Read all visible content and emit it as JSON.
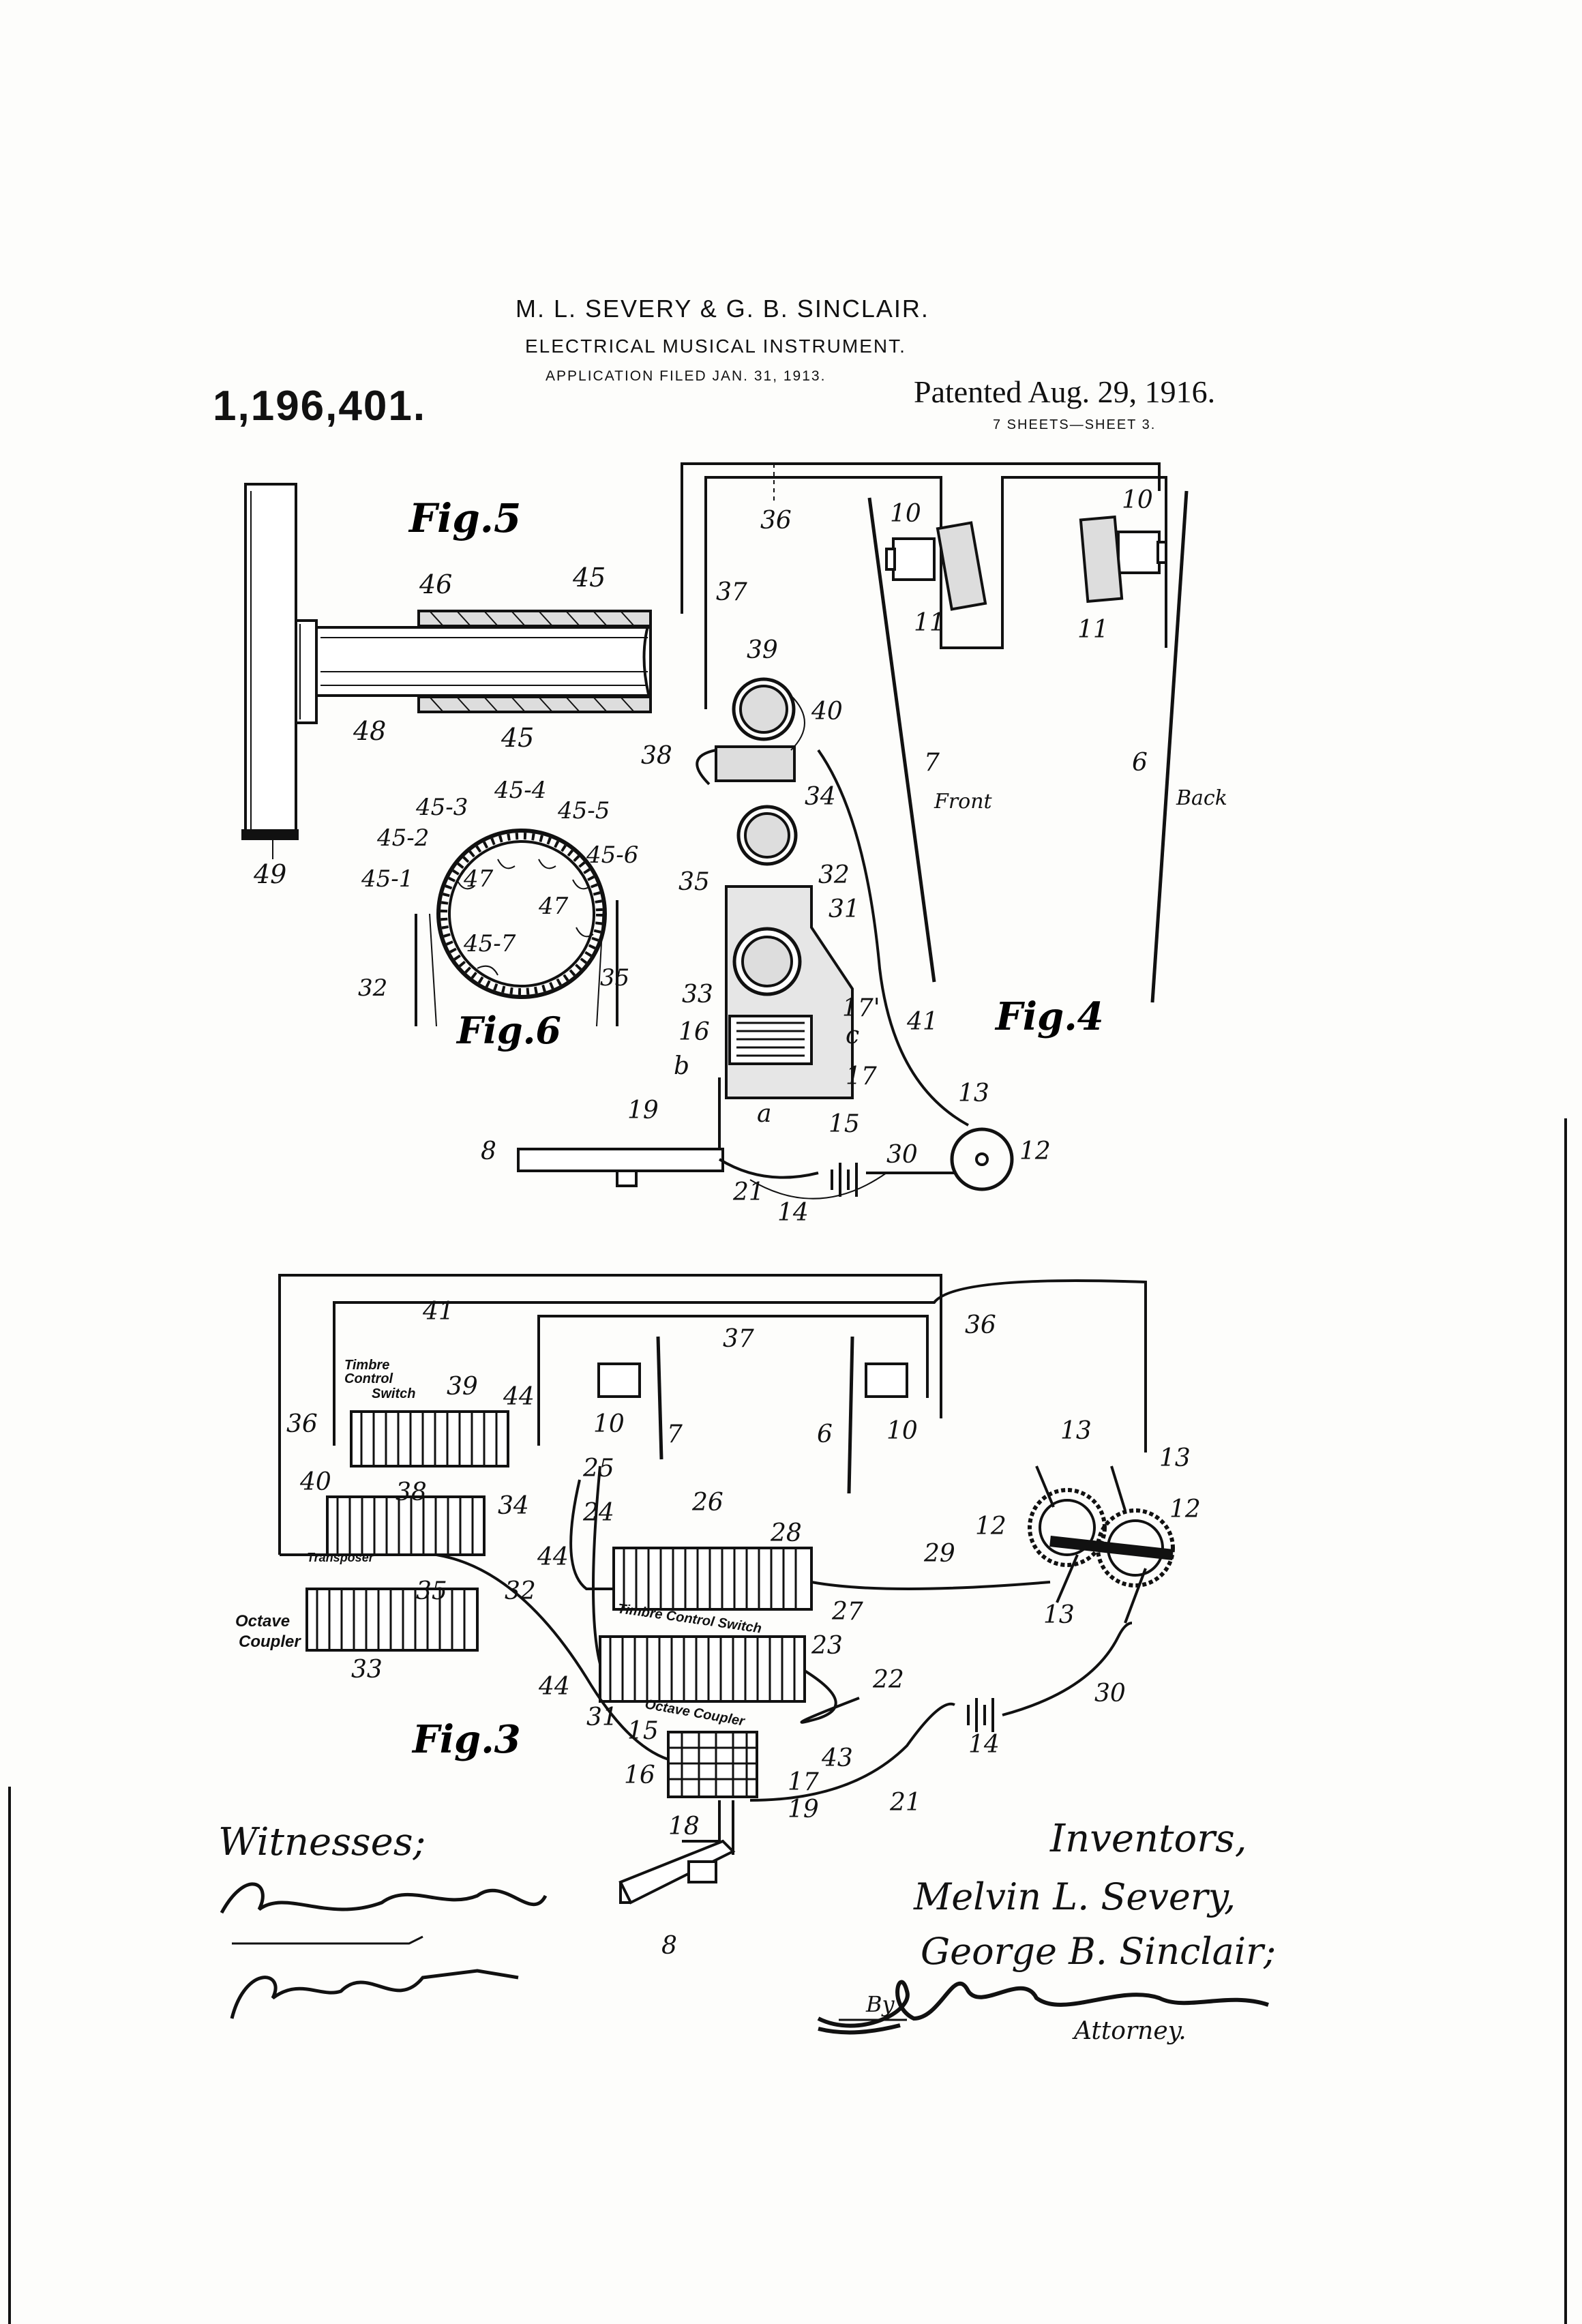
{
  "header": {
    "inventors_line": "M. L. SEVERY & G. B. SINCLAIR.",
    "title": "ELECTRICAL MUSICAL INSTRUMENT.",
    "application": "APPLICATION FILED JAN. 31, 1913.",
    "patent_number": "1,196,401.",
    "patented": "Patented Aug. 29, 1916.",
    "sheets": "7 SHEETS—SHEET 3."
  },
  "figures": {
    "fig5": "Fig.5",
    "fig6": "Fig.6",
    "fig4": "Fig.4",
    "fig3": "Fig.3"
  },
  "fig5_labels": [
    "46",
    "45",
    "48",
    "45",
    "49"
  ],
  "fig6_labels": [
    "45-3",
    "45-4",
    "45-2",
    "45-5",
    "45-1",
    "45-6",
    "47",
    "47",
    "45-7",
    "32",
    "35"
  ],
  "fig4_labels": [
    "36",
    "37",
    "39",
    "40",
    "38",
    "34",
    "35",
    "32",
    "31",
    "33",
    "16",
    "b",
    "19",
    "17'",
    "c",
    "17",
    "a",
    "15",
    "41",
    "13",
    "12",
    "30",
    "21",
    "14",
    "8",
    "10",
    "10",
    "11",
    "11",
    "7",
    "6"
  ],
  "fig4_text": {
    "front": "Front",
    "back": "Back"
  },
  "fig3_labels": [
    "41",
    "37",
    "36",
    "39",
    "44",
    "40",
    "38",
    "34",
    "44",
    "32",
    "35",
    "33",
    "10",
    "10",
    "7",
    "6",
    "25",
    "24",
    "26",
    "28",
    "27",
    "29",
    "13",
    "13",
    "13",
    "12",
    "12",
    "23",
    "22",
    "44",
    "31",
    "14",
    "30",
    "15",
    "16",
    "17",
    "43",
    "19",
    "21",
    "18",
    "8",
    "36"
  ],
  "fig3_text": {
    "timbre_switch": [
      "Timbre",
      "Control",
      "Switch"
    ],
    "transposer": "Transposer",
    "octave_coupler_left": [
      "Octave",
      "Coupler"
    ],
    "timbre_control_switch": "Timbre Control Switch",
    "octave_coupler": "Octave Coupler"
  },
  "signatures": {
    "witnesses_heading": "Witnesses;",
    "inventors_heading": "Inventors,",
    "inventor1": "Melvin L. Severy,",
    "inventor2": "George B. Sinclair;",
    "by": "By",
    "attorney": "Attorney."
  }
}
